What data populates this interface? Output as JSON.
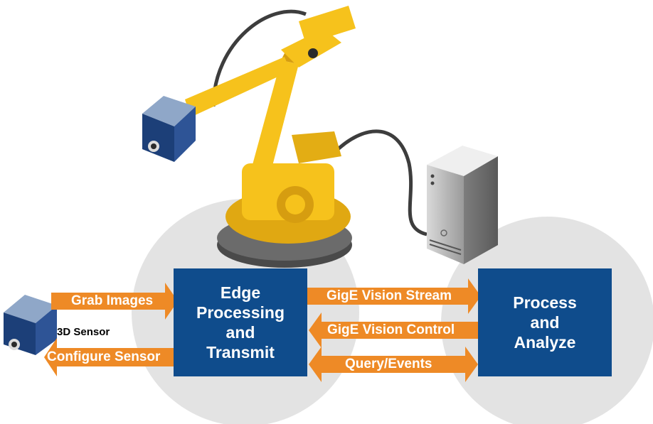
{
  "boxes": {
    "edge": [
      "Edge",
      "Processing",
      "and",
      "Transmit"
    ],
    "process": [
      "Process",
      "and",
      "Analyze"
    ]
  },
  "arrows": {
    "grab_images": "Grab Images",
    "configure_sensor": "Configure Sensor",
    "stream": "GigE Vision Stream",
    "control": "GigE Vision Control",
    "query": "Query/Events"
  },
  "sensor_label": "3D Sensor",
  "colors": {
    "box_blue": "#0f4c8c",
    "arrow_orange": "#ee8a26",
    "robot_yellow": "#f6c21c",
    "circle_grey": "#e3e3e3"
  }
}
